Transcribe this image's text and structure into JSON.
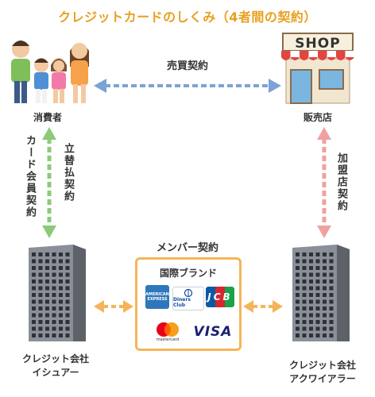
{
  "title": "クレジットカードのしくみ（4者間の契約）",
  "parties": {
    "consumer": "消費者",
    "shop": "販売店",
    "issuer_line1": "クレジット会社",
    "issuer_line2": "イシュアー",
    "acquirer_line1": "クレジット会社",
    "acquirer_line2": "アクワイアラー"
  },
  "shop_sign": "SHOP",
  "contracts": {
    "sales": "売買契約",
    "card_member": "カード会員契約",
    "advance_payment": "立替払契約",
    "merchant": "加盟店契約",
    "member": "メンバー契約"
  },
  "brands": {
    "heading": "国際ブランド",
    "items": [
      "AMERICAN EXPRESS",
      "Diners Club",
      "JCB",
      "mastercard",
      "VISA"
    ]
  },
  "colors": {
    "title": "#e8a020",
    "blue_arrow": "#7ba3d6",
    "green_arrow": "#8cc97a",
    "pink_arrow": "#f0a0a0",
    "orange_arrow": "#f5b45a"
  }
}
